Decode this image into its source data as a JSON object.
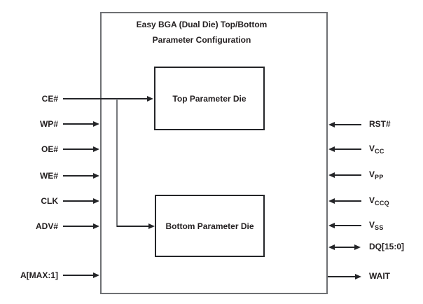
{
  "diagram": {
    "title_line1": "Easy BGA (Dual Die) Top/Bottom",
    "title_line2": "Parameter Configuration",
    "top_die_label": "Top Parameter Die",
    "bottom_die_label": "Bottom Parameter Die",
    "left_signals": [
      {
        "label": "CE#",
        "direction": "input",
        "target": "both dies"
      },
      {
        "label": "WP#",
        "direction": "input"
      },
      {
        "label": "OE#",
        "direction": "input"
      },
      {
        "label": "WE#",
        "direction": "input"
      },
      {
        "label": "CLK",
        "direction": "input"
      },
      {
        "label": "ADV#",
        "direction": "input"
      },
      {
        "label": "A[MAX:1]",
        "direction": "input"
      }
    ],
    "right_signals": [
      {
        "base": "RST#",
        "sub": "",
        "direction": "input"
      },
      {
        "base": "V",
        "sub": "CC",
        "direction": "input"
      },
      {
        "base": "V",
        "sub": "PP",
        "direction": "input"
      },
      {
        "base": "V",
        "sub": "CCQ",
        "direction": "input"
      },
      {
        "base": "V",
        "sub": "SS",
        "direction": "input"
      },
      {
        "base": "DQ[15:0]",
        "sub": "",
        "direction": "bidirectional"
      },
      {
        "base": "WAIT",
        "sub": "",
        "direction": "output"
      }
    ],
    "colors": {
      "line": "#242528",
      "outer_border": "#6e7073",
      "text": "#231f20",
      "background": "#ffffff"
    }
  }
}
